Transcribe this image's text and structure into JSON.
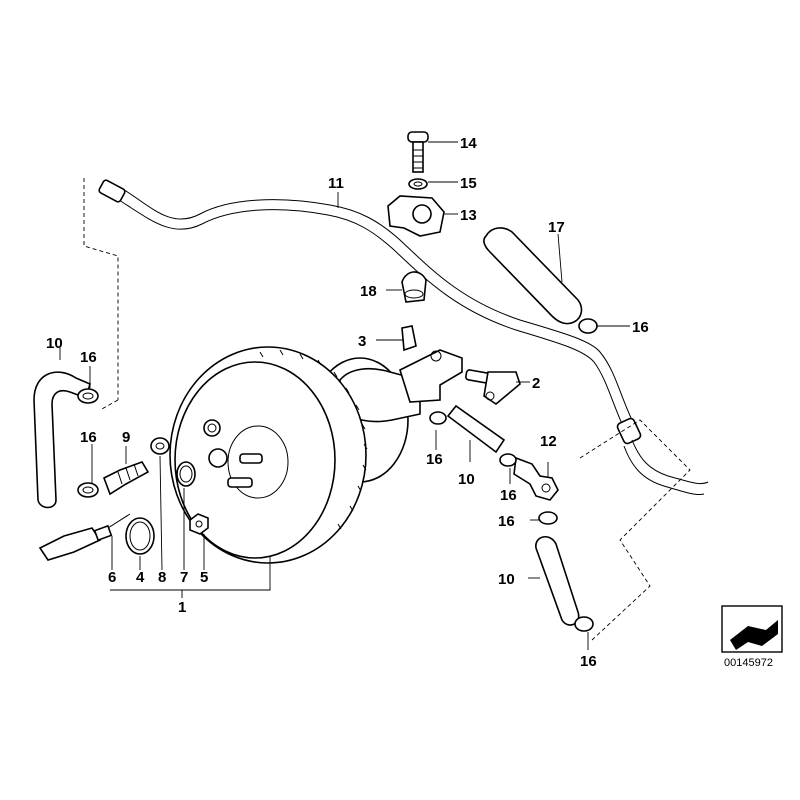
{
  "callouts": [
    {
      "id": "c1",
      "label": "1"
    },
    {
      "id": "c2",
      "label": "2"
    },
    {
      "id": "c3",
      "label": "3"
    },
    {
      "id": "c4",
      "label": "4"
    },
    {
      "id": "c5",
      "label": "5"
    },
    {
      "id": "c6",
      "label": "6"
    },
    {
      "id": "c7",
      "label": "7"
    },
    {
      "id": "c8",
      "label": "8"
    },
    {
      "id": "c9",
      "label": "9"
    },
    {
      "id": "c10a",
      "label": "10"
    },
    {
      "id": "c10b",
      "label": "10"
    },
    {
      "id": "c10c",
      "label": "10"
    },
    {
      "id": "c11",
      "label": "11"
    },
    {
      "id": "c12",
      "label": "12"
    },
    {
      "id": "c13",
      "label": "13"
    },
    {
      "id": "c14",
      "label": "14"
    },
    {
      "id": "c15",
      "label": "15"
    },
    {
      "id": "c16a",
      "label": "16"
    },
    {
      "id": "c16b",
      "label": "16"
    },
    {
      "id": "c16c",
      "label": "16"
    },
    {
      "id": "c16d",
      "label": "16"
    },
    {
      "id": "c16e",
      "label": "16"
    },
    {
      "id": "c16f",
      "label": "16"
    },
    {
      "id": "c17",
      "label": "17"
    },
    {
      "id": "c18",
      "label": "18"
    }
  ],
  "document_number": "00145972",
  "colors": {
    "line": "#000000",
    "background": "#ffffff"
  }
}
